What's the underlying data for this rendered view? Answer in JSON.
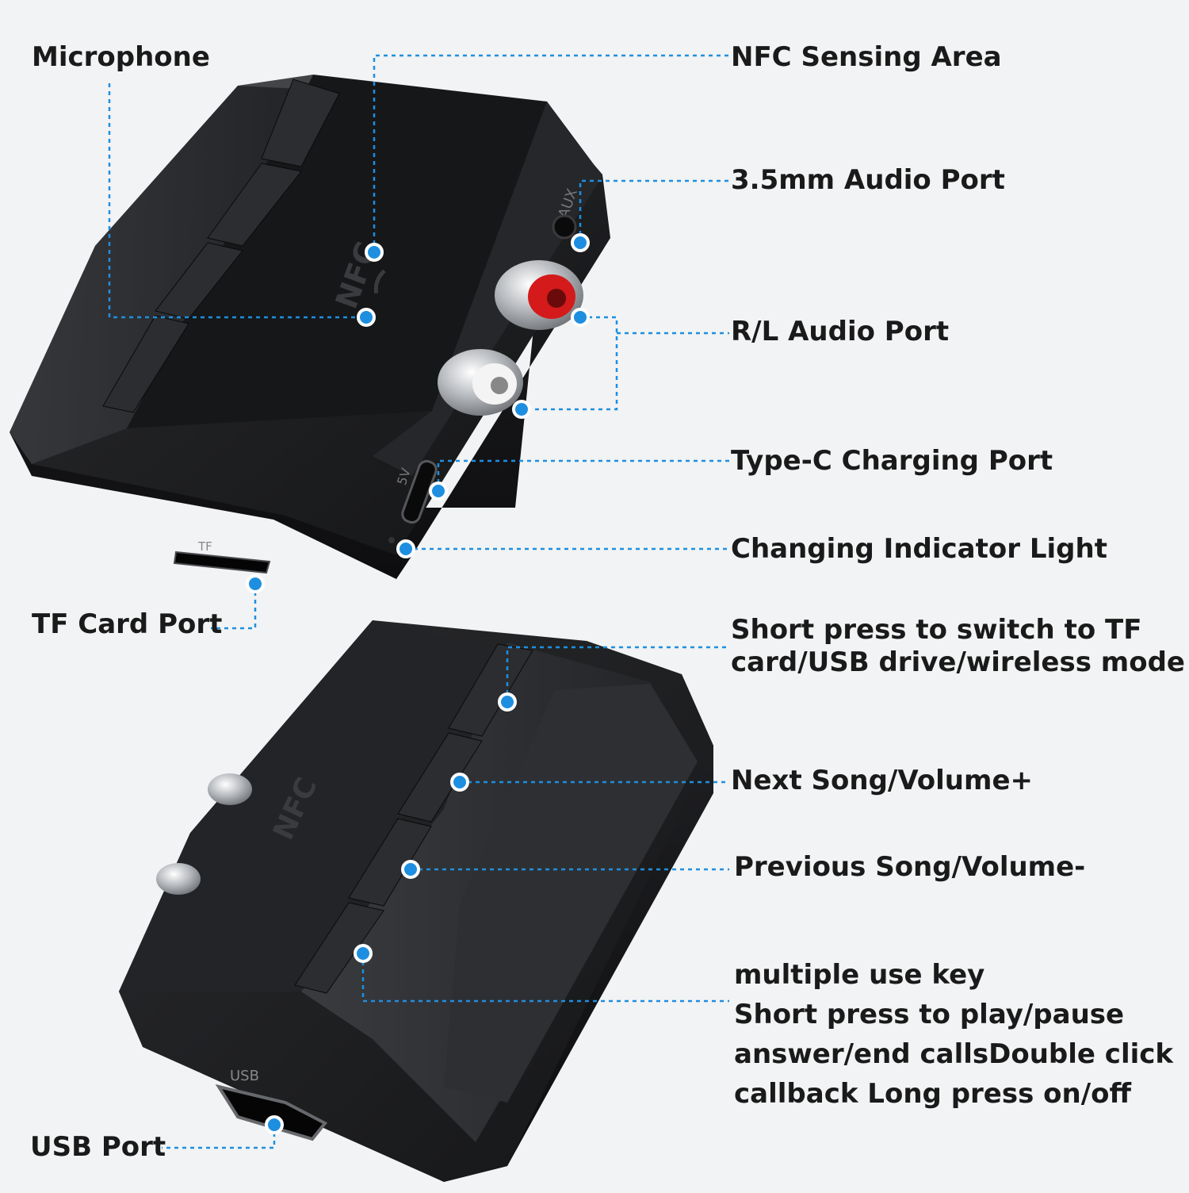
{
  "labels": {
    "microphone": "Microphone",
    "nfc_sensing_area": "NFC Sensing Area",
    "audio_35mm": "3.5mm Audio Port",
    "rl_audio": "R/L Audio Port",
    "type_c": "Type-C Charging Port",
    "indicator": "Changing Indicator Light",
    "tf_card": "TF Card Port",
    "mode_line1": "Short press to switch to TF",
    "mode_line2": "card/USB drive/wireless mode",
    "next": "Next Song/Volume+",
    "previous": "Previous Song/Volume-",
    "multi_line1": "multiple use key",
    "multi_line2": "Short press to play/pause",
    "multi_line3": "answer/end callsDouble click",
    "multi_line4": "callback Long press on/off",
    "usb": "USB Port"
  },
  "device_markings": {
    "nfc": "NFC",
    "aux": "AUX",
    "five_v": "5V",
    "tf": "TF",
    "usb": "USB"
  },
  "colors": {
    "callout": "#1e8fe0",
    "body": "#1c1d1f",
    "background": "#f2f3f4",
    "right_channel": "#d41a1a"
  },
  "icons": [
    "microphone-button-icon",
    "previous-icon",
    "next-icon",
    "mode-icon",
    "nfc-icon",
    "play-pause-icon"
  ]
}
